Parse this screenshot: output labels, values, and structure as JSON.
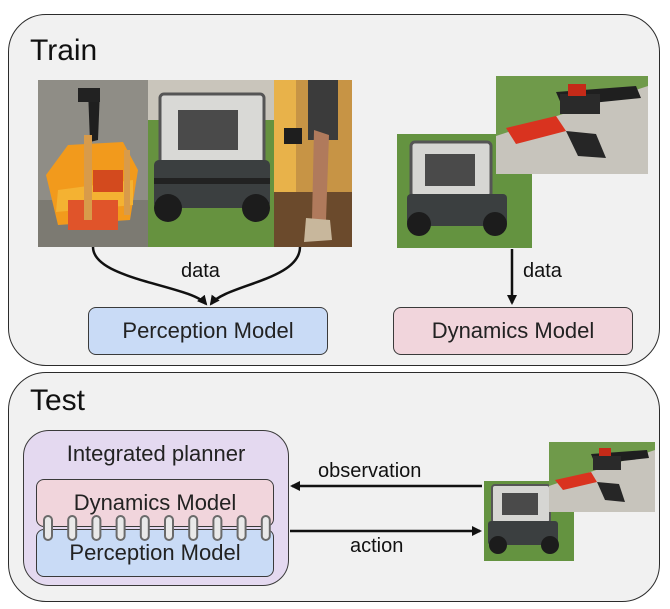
{
  "train": {
    "title": "Train",
    "data_label_left": "data",
    "data_label_right": "data",
    "perception_model": "Perception Model",
    "dynamics_model": "Dynamics Model"
  },
  "test": {
    "title": "Test",
    "planner_title": "Integrated planner",
    "dynamics_model": "Dynamics Model",
    "perception_model": "Perception Model",
    "observation_label": "observation",
    "action_label": "action"
  },
  "colors": {
    "perception_fill": "#c9dbf6",
    "dynamics_fill": "#f1d5dc",
    "planner_fill": "#e4d9f0",
    "panel_fill": "#f1f1f1"
  }
}
